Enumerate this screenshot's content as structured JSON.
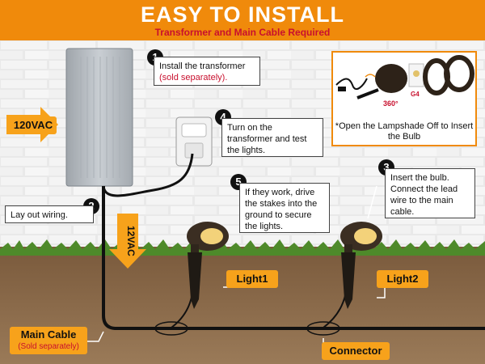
{
  "header": {
    "title": "EASY TO INSTALL",
    "subtitle": "Transformer and Main Cable Required"
  },
  "steps": {
    "step1": {
      "number": "1",
      "text": "Install the transformer",
      "subtext": "(sold separately)."
    },
    "step2": {
      "number": "2",
      "text": "Lay out wiring."
    },
    "step3": {
      "number": "3",
      "text": "Insert the bulb. Connect the lead wire to the main cable."
    },
    "step4": {
      "number": "4",
      "text": "Turn on the transformer and test the lights."
    },
    "step5": {
      "number": "5",
      "text": "If they work, drive the stakes into the ground to secure the lights."
    }
  },
  "inset": {
    "caption": "*Open the Lampshade Off to Insert the Bulb",
    "rotate_label": "360°",
    "bulb_label": "G4"
  },
  "labels": {
    "voltage_in": "120VAC",
    "voltage_out": "12VAC",
    "light1": "Light1",
    "light2": "Light2",
    "connector": "Connector",
    "main_cable": "Main Cable",
    "main_cable_note": "(Sold separately)"
  },
  "colors": {
    "accent": "#f08a0b",
    "red_text": "#c8102e",
    "label_fill": "#f7a21b"
  }
}
